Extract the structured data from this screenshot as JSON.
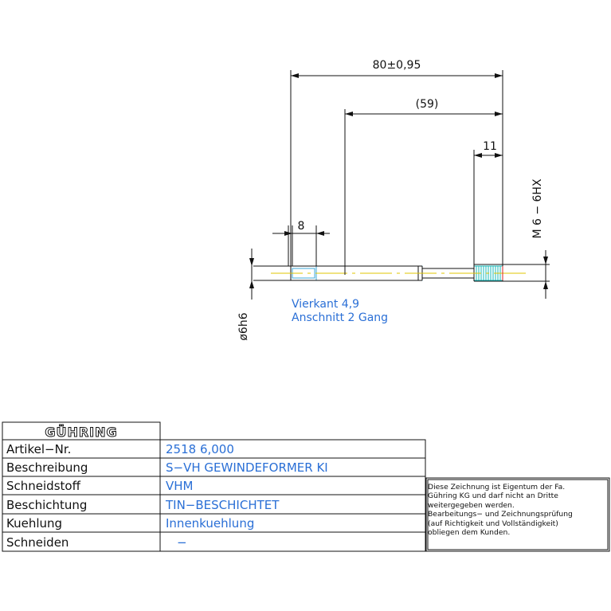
{
  "dimensions": {
    "overall_length": "80±0,95",
    "shank_length": "(59)",
    "thread_length": "11",
    "square_length": "8",
    "thread_size": "M 6 − 6HX",
    "shank_diameter": "ø6h6"
  },
  "notes": {
    "line1": "Vierkant 4,9",
    "line2": "Anschnitt 2 Gang"
  },
  "title_block": {
    "logo": "GÜHRING",
    "rows": [
      {
        "label": "Artikel−Nr.",
        "value": "2518 6,000"
      },
      {
        "label": "Beschreibung",
        "value": "S−VH GEWINDEFORMER KI"
      },
      {
        "label": "Schneidstoff",
        "value": "VHM"
      },
      {
        "label": "Beschichtung",
        "value": "TIN−BESCHICHTET"
      },
      {
        "label": "Kuehlung",
        "value": "Innenkuehlung"
      },
      {
        "label": "Schneiden",
        "value": "−"
      }
    ]
  },
  "disclaimer": {
    "line1": "Diese Zeichnung ist Eigentum der Fa.",
    "line2": "Gühring KG und darf nicht an Dritte",
    "line3": "weitergegeben werden.",
    "line4": "Bearbeitungs− und Zeichnungsprüfung",
    "line5": "(auf Richtigkeit und Vollständigkeit)",
    "line6": "obliegen dem Kunden."
  },
  "colors": {
    "lines": "#111111",
    "note_text": "#2a6fd6",
    "tool_body": "#3fa8d8",
    "center_line": "#e0c400",
    "thread": "#19b8b8"
  }
}
